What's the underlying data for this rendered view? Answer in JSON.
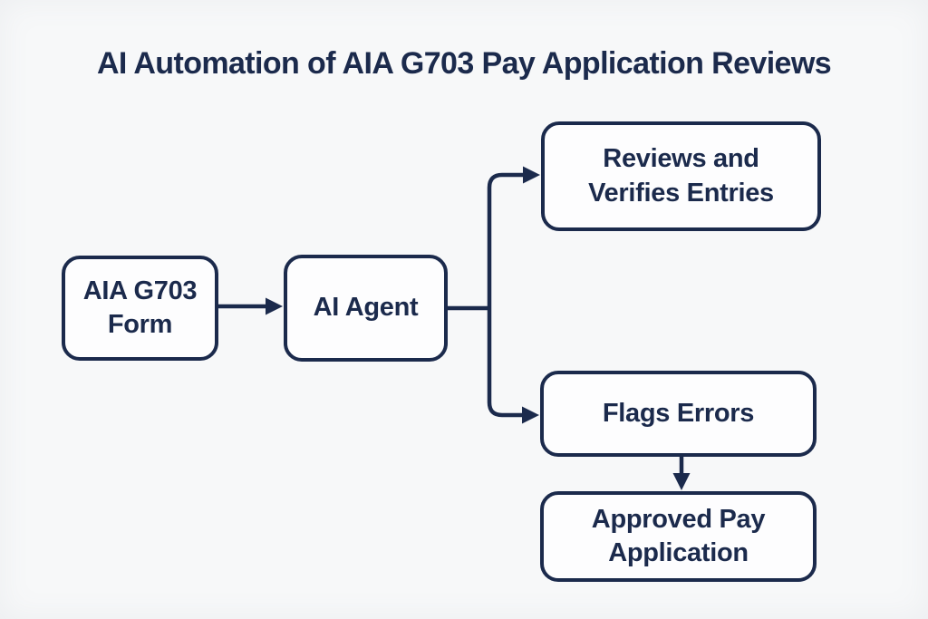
{
  "title": "AI Automation of AIA G703 Pay Application Reviews",
  "colors": {
    "ink": "#1b2a4c",
    "background": "#f7f8f9",
    "node_fill": "#fdfdfe"
  },
  "diagram": {
    "type": "flowchart",
    "nodes": [
      {
        "id": "form",
        "label": "AIA G703 Form"
      },
      {
        "id": "agent",
        "label": "AI Agent"
      },
      {
        "id": "reviews",
        "label": "Reviews and Verifies Entries"
      },
      {
        "id": "flags",
        "label": "Flags Errors"
      },
      {
        "id": "approved",
        "label": "Approved Pay Application"
      }
    ],
    "edges": [
      {
        "from": "form",
        "to": "agent"
      },
      {
        "from": "agent",
        "to": "reviews"
      },
      {
        "from": "agent",
        "to": "flags"
      },
      {
        "from": "flags",
        "to": "approved"
      }
    ]
  }
}
